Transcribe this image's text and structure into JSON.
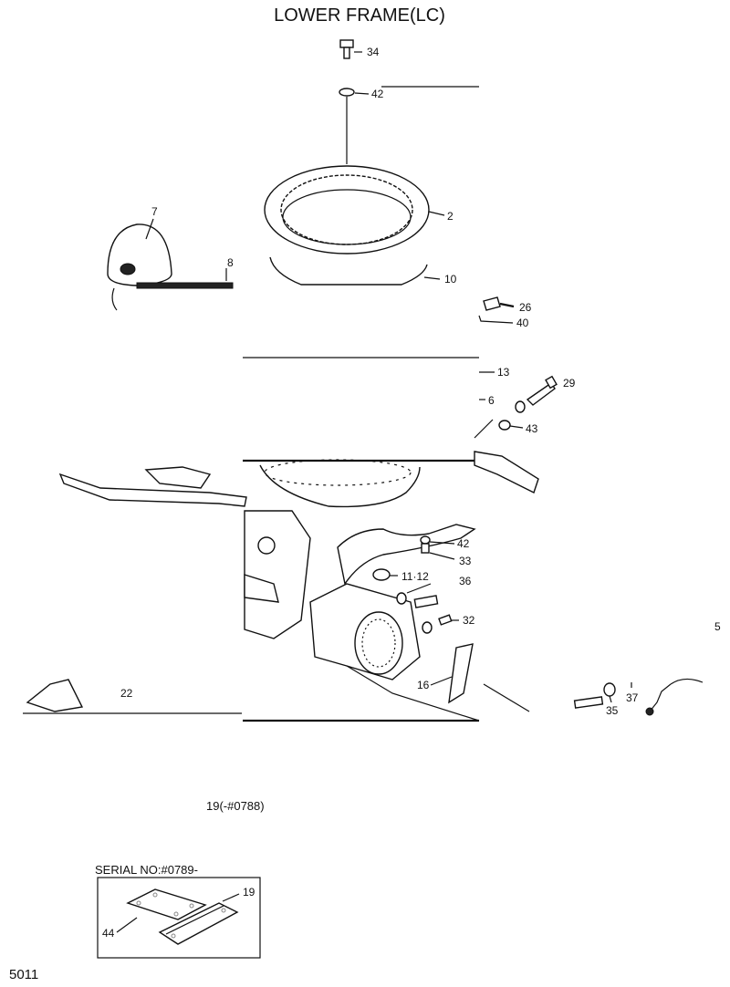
{
  "title": "LOWER FRAME(LC)",
  "callouts": {
    "c34": "34",
    "c42a": "42",
    "c2": "2",
    "c7": "7",
    "c8": "8",
    "c10": "10",
    "c26": "26",
    "c40": "40",
    "c13": "13",
    "c6": "6",
    "c29": "29",
    "c43": "43",
    "c42b": "42",
    "c33": "33",
    "c11_12": "11·12",
    "c36": "36",
    "c32": "32",
    "c5": "5",
    "c22": "22",
    "c16": "16",
    "c37": "37",
    "c35": "35",
    "c19": "19",
    "c44": "44"
  },
  "note_19": "19(-#0788)",
  "serial_label": "SERIAL NO:#0789-",
  "page_number": "5011"
}
